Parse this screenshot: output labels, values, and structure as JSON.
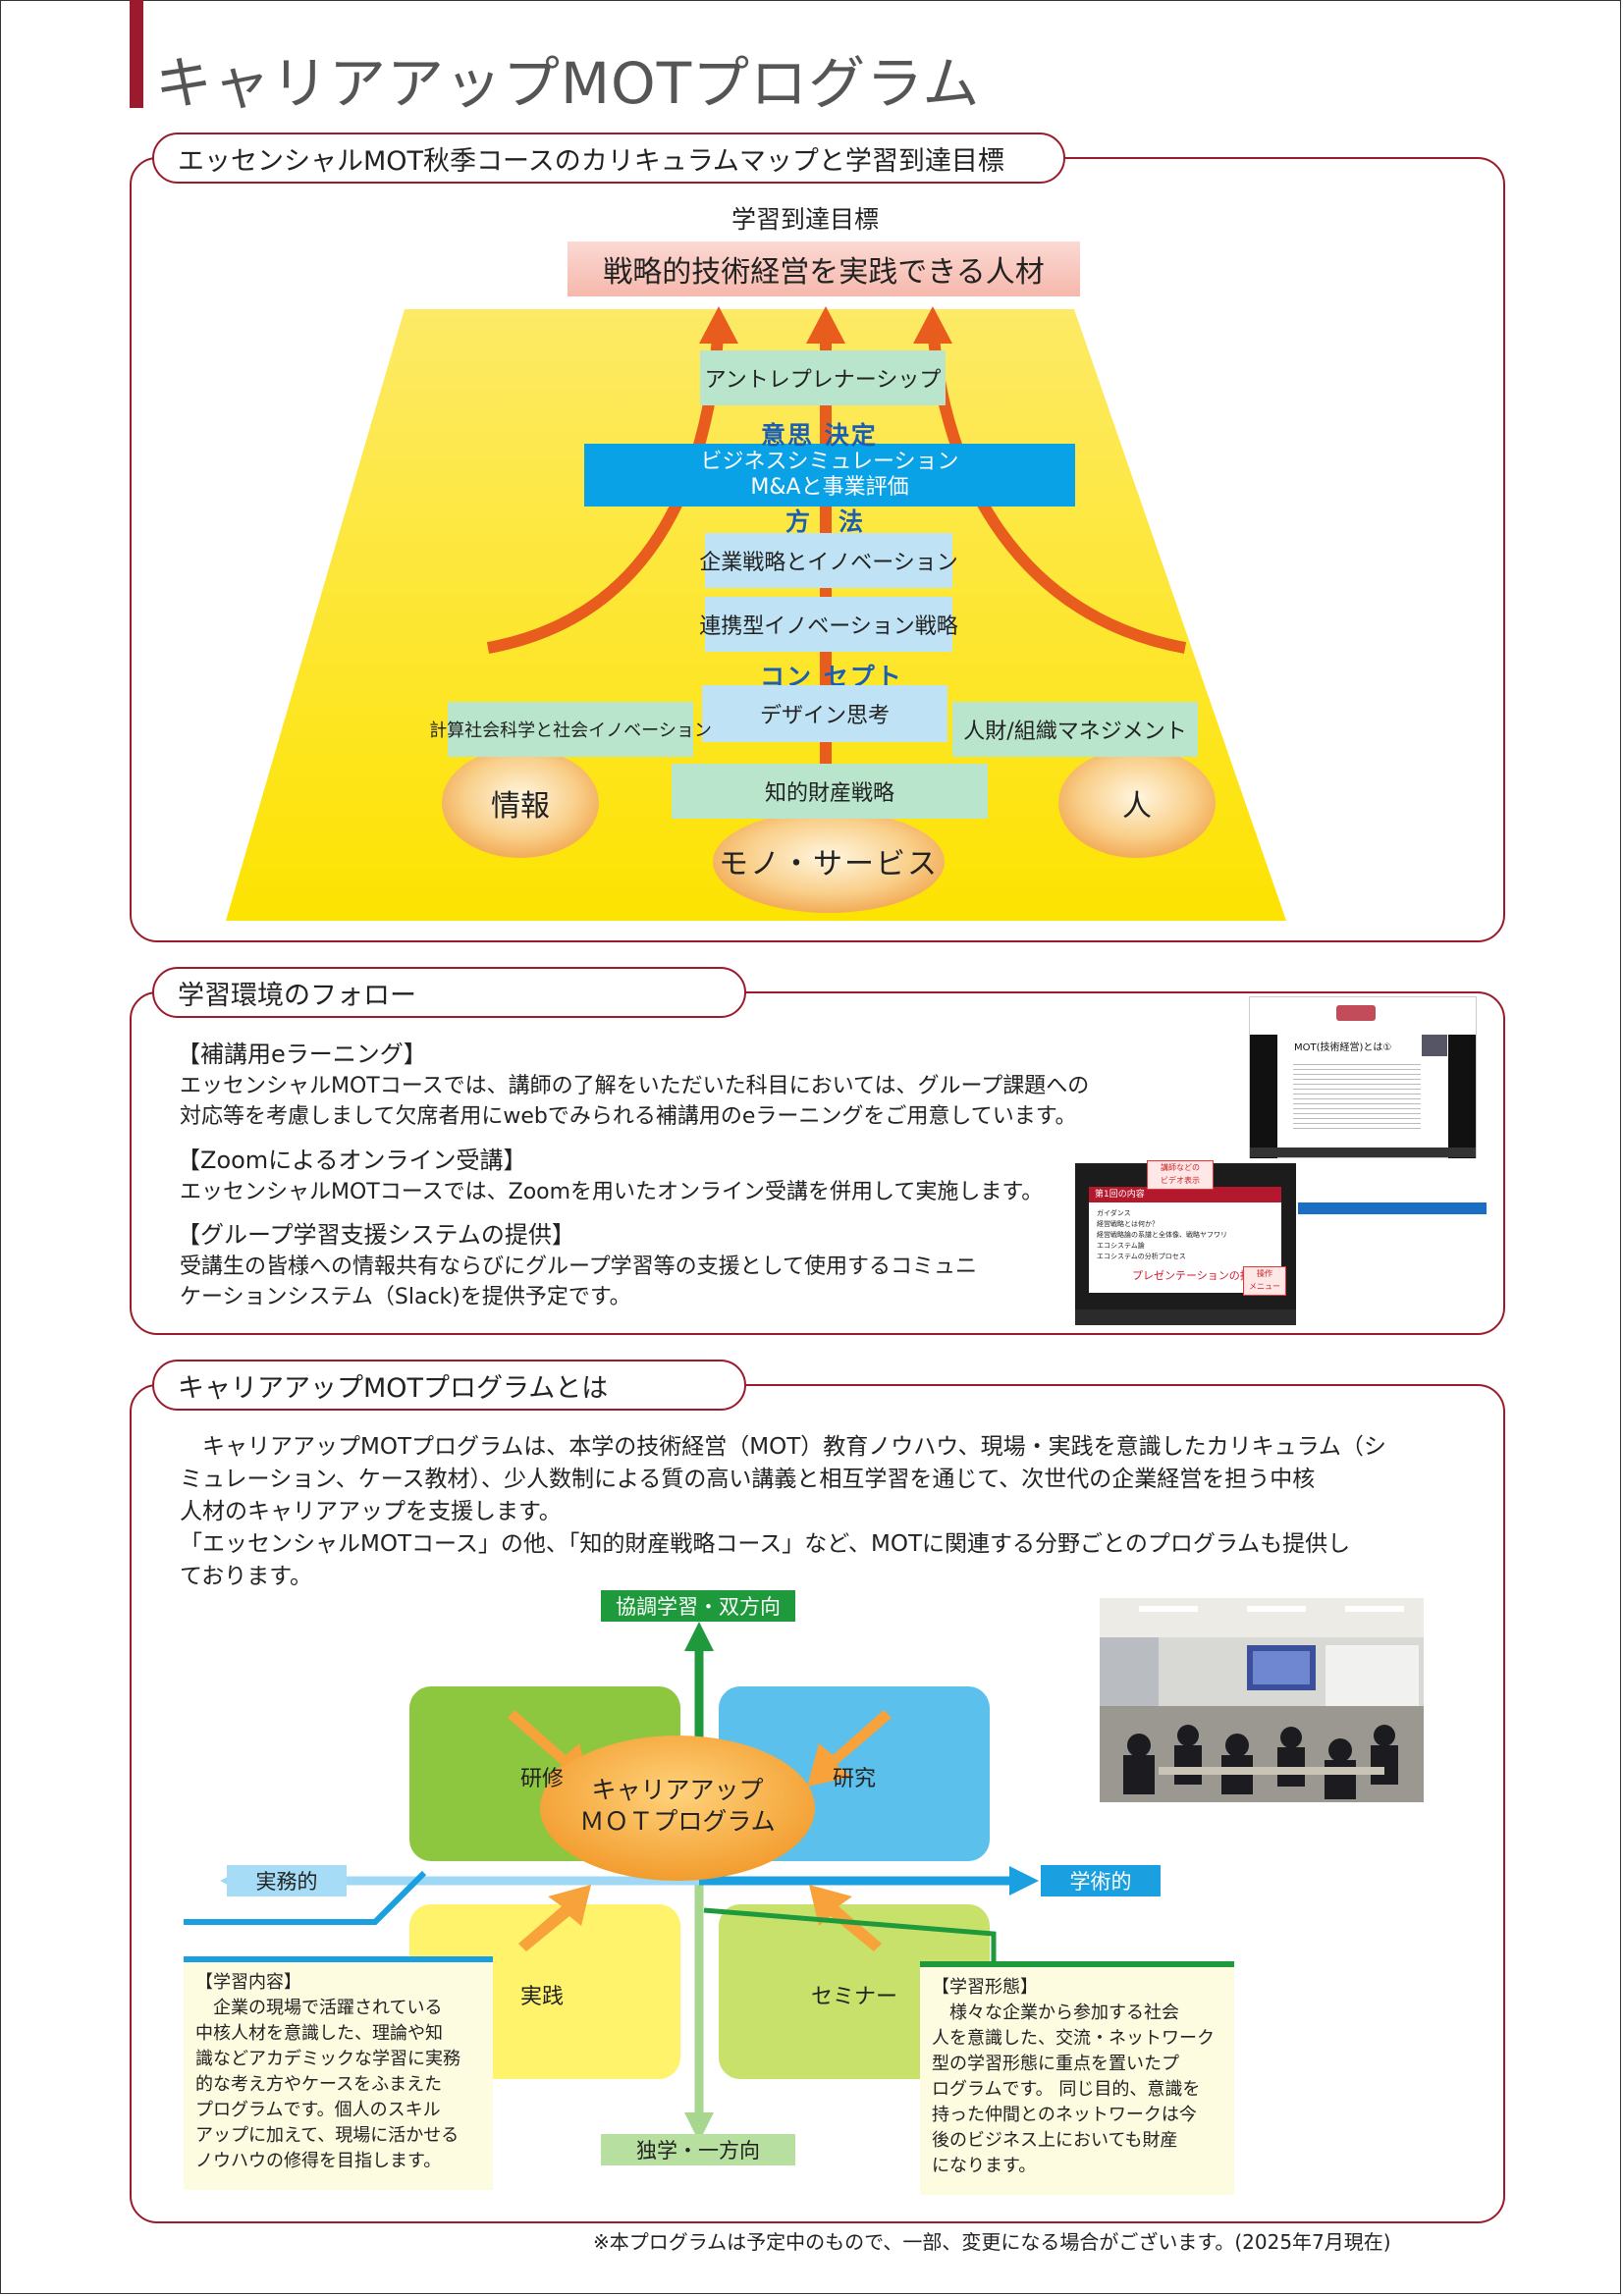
{
  "page_title": "キャリアアップMOTプログラム",
  "section1": {
    "tab_title": "エッセンシャルMOT秋季コースのカリキュラムマップと学習到達目標",
    "goal_heading": "学習到達目標",
    "goal_text": "戦略的技術経営を実践できる人材",
    "layers": {
      "decision": "意思 決定",
      "method": "方　法",
      "concept": "コン セプト"
    },
    "courses": {
      "entrepreneurship": "アントレプレナーシップ",
      "business_sim_line1": "ビジネスシミュレーション",
      "business_sim_line2": "M&Aと事業評価",
      "corporate_strategy": "企業戦略とイノベーション",
      "collaborative_innovation": "連携型イノベーション戦略",
      "design_thinking": "デザイン思考",
      "computational_social": "計算社会科学と社会イノベーション",
      "hr_org": "人財/組織マネジメント",
      "ip_strategy": "知的財産戦略"
    },
    "foundations": {
      "information": "情報",
      "people": "人",
      "goods_services": "モノ・サービス"
    }
  },
  "section2": {
    "tab_title": "学習環境のフォロー",
    "items": [
      {
        "heading": "【補講用eラーニング】",
        "lines": [
          "エッセンシャルMOTコースでは、講師の了解をいただいた科目においては、グループ課題への",
          "対応等を考慮しまして欠席者用にwebでみられる補講用のeラーニングをご用意しています。"
        ]
      },
      {
        "heading": "【Zoomによるオンライン受講】",
        "lines": [
          "エッセンシャルMOTコースでは、Zoomを用いたオンライン受講を併用して実施します。"
        ]
      },
      {
        "heading": "【グループ学習支援システムの提供】",
        "lines": [
          "受講生の皆様への情報共有ならびにグループ学習等の支援として使用するコミュニ",
          "ケーションシステム（Slack)を提供予定です。"
        ]
      }
    ],
    "screenshots": {
      "slide_title": "MOT(技術経営)とは①",
      "callout_top": "講師などの",
      "callout_top2": "ビデオ表示",
      "slide2_title": "第1回の内容",
      "slide2_bullets": [
        "ガイダンス",
        "経営戦略とは何か？",
        "経営戦略論の系譜と全体像、戦略ヤフワリ",
        "エコシステム論",
        "エコシステムの分析プロセス"
      ],
      "presentation_label": "プレゼンテーションの投影",
      "callout_ops1": "操作",
      "callout_ops2": "メニュー"
    }
  },
  "section3": {
    "tab_title": "キャリアアップMOTプログラムとは",
    "intro_lines": [
      "　キャリアアップMOTプログラムは、本学の技術経営（MOT）教育ノウハウ、現場・実践を意識したカリキュラム（シ",
      "ミュレーション、ケース教材）、少人数制による質の高い講義と相互学習を通じて、次世代の企業経営を担う中核",
      "人材のキャリアアップを支援します。",
      "「エッセンシャルMOTコース」の他、「知的財産戦略コース」など、MOTに関連する分野ごとのプログラムも提供し",
      "ております。"
    ],
    "axes": {
      "top": "協調学習・双方向",
      "bottom": "独学・一方向",
      "left": "実務的",
      "right": "学術的"
    },
    "quadrants": {
      "top_left": "研修",
      "top_right": "研究",
      "bottom_left": "実践",
      "bottom_right": "セミナー"
    },
    "center_line1": "キャリアアップ",
    "center_line2": "ＭＯＴプログラム",
    "note_left": {
      "heading": "【学習内容】",
      "lines": [
        "　企業の現場で活躍されている",
        "中核人材を意識した、理論や知",
        "識などアカデミックな学習に実務",
        "的な考え方やケースをふまえた",
        "プログラムです。個人のスキル",
        "アップに加えて、現場に活かせる",
        "ノウハウの修得を目指します。"
      ]
    },
    "note_right": {
      "heading": "【学習形態】",
      "lines": [
        "　様々な企業から参加する社会",
        "人を意識した、交流・ネットワーク",
        "型の学習形態に重点を置いたプ",
        "ログラムです。 同じ目的、意識を",
        "持った仲間とのネットワークは今",
        "後のビジネス上においても財産",
        "になります。"
      ]
    }
  },
  "footer_note": "※本プログラムは予定中のもので、一部、変更になる場合がございます。(2025年7月現在)",
  "colors": {
    "brand": "#9b1b2e",
    "trapezoid_yellow": "#fde600",
    "arrow_orange": "#e85c1e",
    "process_blue": "#0aa2e6",
    "axis_green": "#1e9a3c",
    "axis_blue": "#1aa0e0"
  }
}
